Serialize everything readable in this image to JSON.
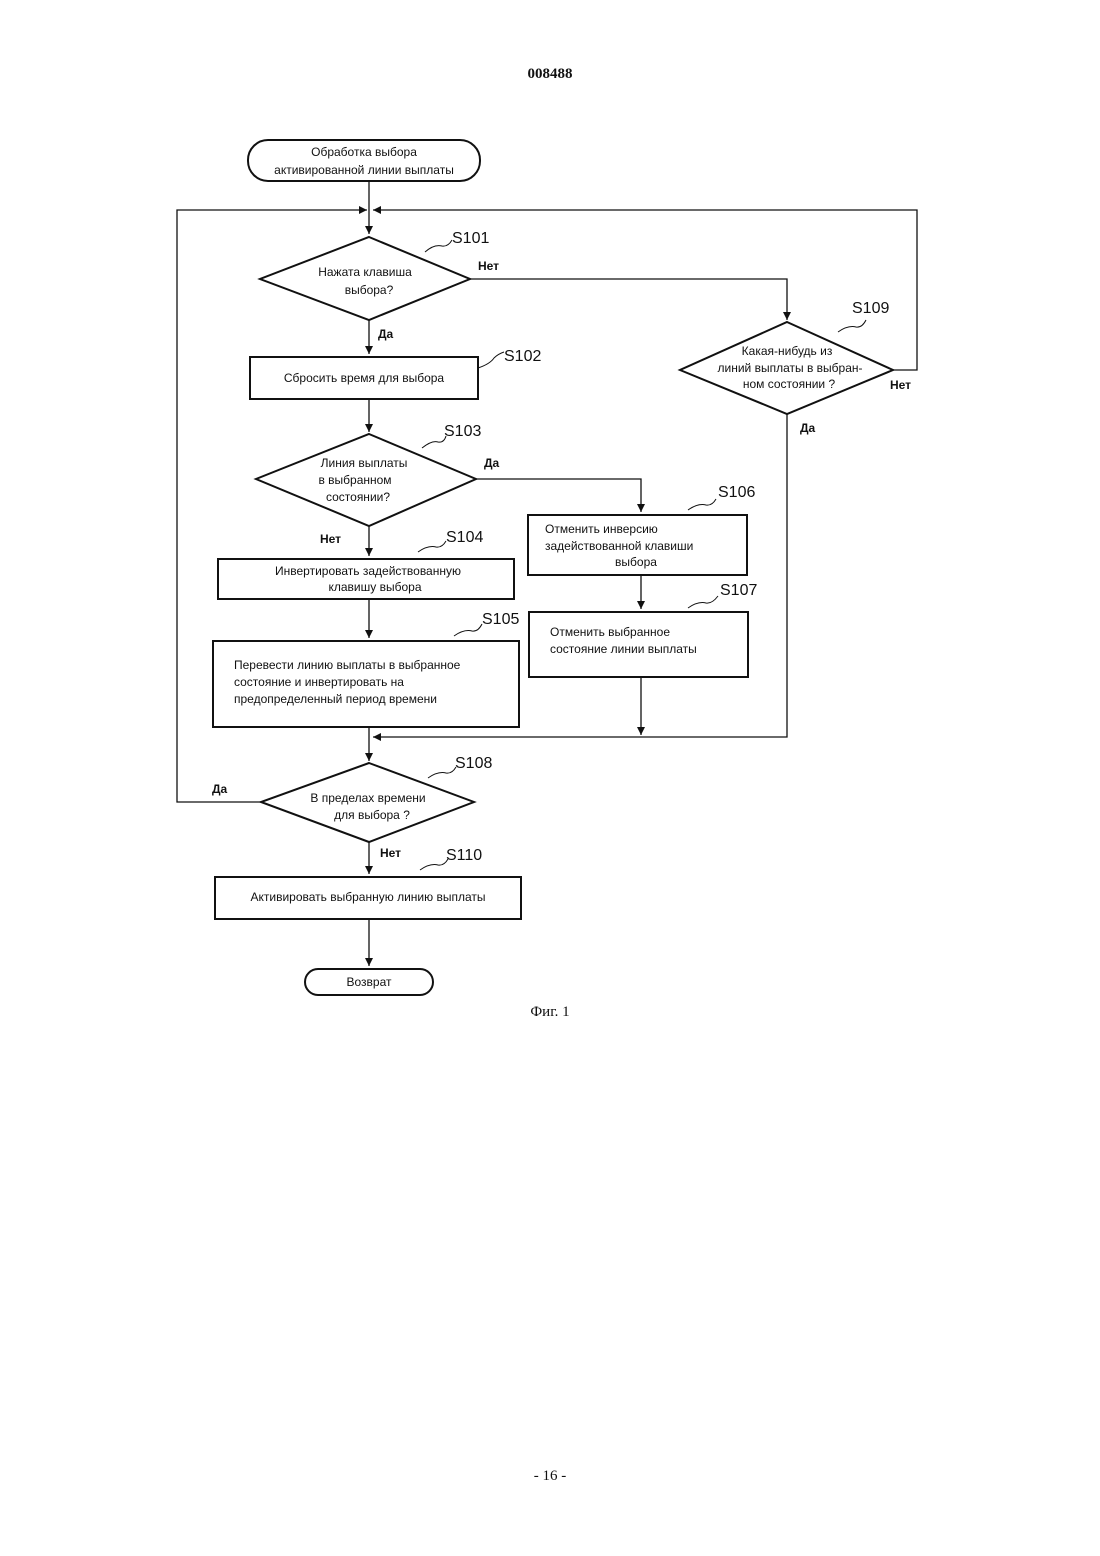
{
  "page": {
    "header": "008488",
    "caption": "Фиг. 1",
    "page_number": "- 16 -"
  },
  "flow": {
    "start": {
      "line1": "Обработка выбора",
      "line2": "активированной линии выплаты"
    },
    "s101": {
      "id": "S101",
      "line1": "Нажата клавиша",
      "line2": "выбора?"
    },
    "s102": {
      "id": "S102",
      "text": "Сбросить время для выбора"
    },
    "s103": {
      "id": "S103",
      "line1": "Линия выплаты",
      "line2": "в выбранном",
      "line3": "состоянии?"
    },
    "s104": {
      "id": "S104",
      "line1": "Инвертировать задействованную",
      "line2": "клавишу выбора"
    },
    "s105": {
      "id": "S105",
      "line1": "Перевести линию выплаты в выбранное",
      "line2": "состояние и инвертировать на",
      "line3": "предопределенный период времени"
    },
    "s106": {
      "id": "S106",
      "line1": "Отменить  инверсию",
      "line2": "задействованной клавиши",
      "line3": "выбора"
    },
    "s107": {
      "id": "S107",
      "line1": "Отменить выбранное",
      "line2": "состояние линии выплаты"
    },
    "s108": {
      "id": "S108",
      "line1": "В пределах времени",
      "line2": "для выбора ?"
    },
    "s109": {
      "id": "S109",
      "line1": "Какая-нибудь из",
      "line2": "линий выплаты в выбран-",
      "line3": "ном состоянии ?"
    },
    "s110": {
      "id": "S110",
      "text": "Активировать выбранную линию выплаты"
    },
    "end": {
      "text": "Возврат"
    },
    "labels": {
      "s101_no": "Нет",
      "s101_yes": "Да",
      "s103_yes": "Да",
      "s103_no": "Нет",
      "s109_no": "Нет",
      "s109_yes": "Да",
      "s108_yes": "Да",
      "s108_no": "Нет"
    }
  }
}
